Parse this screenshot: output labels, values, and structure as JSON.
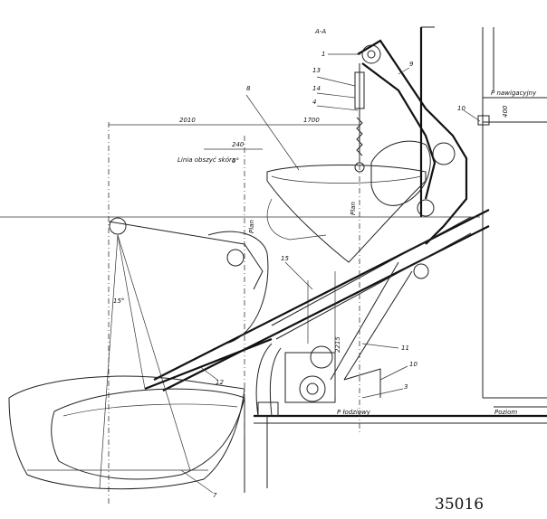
{
  "section_label": "A-A",
  "dimensions": {
    "d2010": "2010",
    "d1700": "1700",
    "d240": "240",
    "d5deg": "5°",
    "d15deg": "15°",
    "d400": "400",
    "d2215": "2215"
  },
  "texts": {
    "hull_line": "Linia obszyć skóra",
    "deck_level": "P nawigacyjny",
    "boat_deck": "P łodziowy",
    "level": "Poziom",
    "plan_a": "Plan",
    "plan_b": "Plan"
  },
  "callouts": [
    "1",
    "13",
    "14",
    "4",
    "8",
    "9",
    "10",
    "15",
    "11",
    "10",
    "3",
    "12",
    "7"
  ],
  "stamp": "35016"
}
